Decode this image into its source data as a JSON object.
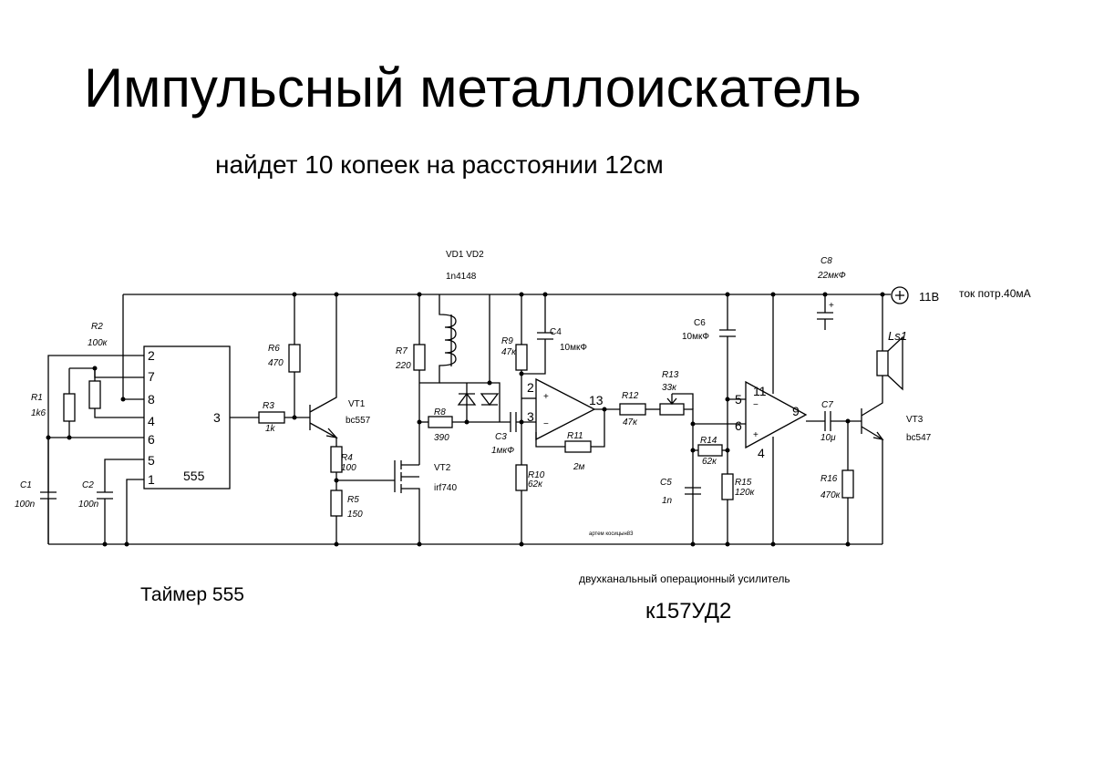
{
  "title": "Импульсный металлоискатель",
  "subtitle": "найдет 10 копеек  на расстоянии 12см",
  "captions": {
    "timer": "Таймер 555",
    "opamp_desc": "двухканальный операционный усилитель",
    "opamp_part": "к157УД2",
    "author": "артем косицын83",
    "supply": "11В",
    "current": "ток потр.40мА"
  },
  "components": {
    "R1": {
      "ref": "R1",
      "value": "1k6"
    },
    "R2": {
      "ref": "R2",
      "value": "100к"
    },
    "R3": {
      "ref": "R3",
      "value": "1k"
    },
    "R4": {
      "ref": "R4",
      "value": "100"
    },
    "R5": {
      "ref": "R5",
      "value": "150"
    },
    "R6": {
      "ref": "R6",
      "value": "470"
    },
    "R7": {
      "ref": "R7",
      "value": "220"
    },
    "R8": {
      "ref": "R8",
      "value": "390"
    },
    "R9": {
      "ref": "R9",
      "value": "47к"
    },
    "R10": {
      "ref": "R10",
      "value": "62к"
    },
    "R11": {
      "ref": "R11",
      "value": "2м"
    },
    "R12": {
      "ref": "R12",
      "value": "47к"
    },
    "R13": {
      "ref": "R13",
      "value": "33к"
    },
    "R14": {
      "ref": "R14",
      "value": "62к"
    },
    "R15": {
      "ref": "R15",
      "value": "120к"
    },
    "R16": {
      "ref": "R16",
      "value": "470к"
    },
    "C1": {
      "ref": "C1",
      "value": "100n"
    },
    "C2": {
      "ref": "C2",
      "value": "100n"
    },
    "C3": {
      "ref": "C3",
      "value": "1мкФ"
    },
    "C4": {
      "ref": "C4",
      "value": "10мкФ"
    },
    "C5": {
      "ref": "C5",
      "value": "1n"
    },
    "C6": {
      "ref": "C6",
      "value": "10мкФ"
    },
    "C7": {
      "ref": "C7",
      "value": "10μ"
    },
    "C8": {
      "ref": "C8",
      "value": "22мкФ"
    },
    "VT1": {
      "ref": "VT1",
      "value": "bc557"
    },
    "VT2": {
      "ref": "VT2",
      "value": "irf740"
    },
    "VT3": {
      "ref": "VT3",
      "value": "bc547"
    },
    "VD": {
      "ref": "VD1  VD2",
      "value": "1n4148"
    },
    "LS1": {
      "ref": "Ls1"
    },
    "IC1": {
      "ref": "555"
    }
  },
  "ic555_pins": [
    "2",
    "7",
    "8",
    "4",
    "6",
    "5",
    "1",
    "3"
  ],
  "opamp1_pins": [
    "2",
    "3",
    "13"
  ],
  "opamp2_pins": [
    "5",
    "6",
    "11",
    "4",
    "9"
  ]
}
